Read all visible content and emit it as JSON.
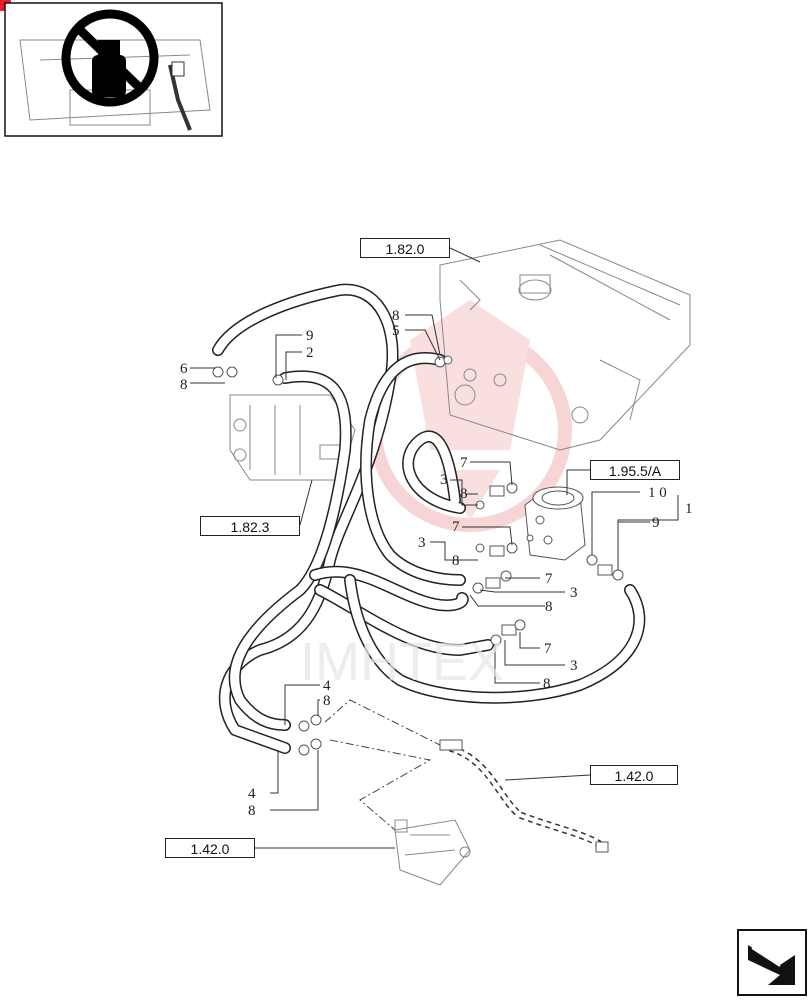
{
  "refs": {
    "top": "1.82.0",
    "pump": "1.82.3",
    "steering": "1.95.5/A",
    "right_hose": "1.42.0",
    "valve": "1.42.0"
  },
  "callouts": {
    "c6": "6",
    "c8a": "8",
    "c9a": "9",
    "c2": "2",
    "c8b": "8",
    "c5": "5",
    "c7a": "7",
    "c3a": "3",
    "c8c": "8",
    "c7b": "7",
    "c3b": "3",
    "c8d": "8",
    "c7c": "7",
    "c3c": "3",
    "c8e": "8",
    "c7d": "7",
    "c3d": "3",
    "c8f": "8",
    "c10": "1 0",
    "c1": "1",
    "c9b": "9",
    "c4a": "4",
    "c8g": "8",
    "c4b": "4",
    "c8h": "8"
  },
  "watermark": "IMHTEX",
  "colors": {
    "corner_mark": "#e8202a",
    "watermark": "#f2b3b3"
  }
}
